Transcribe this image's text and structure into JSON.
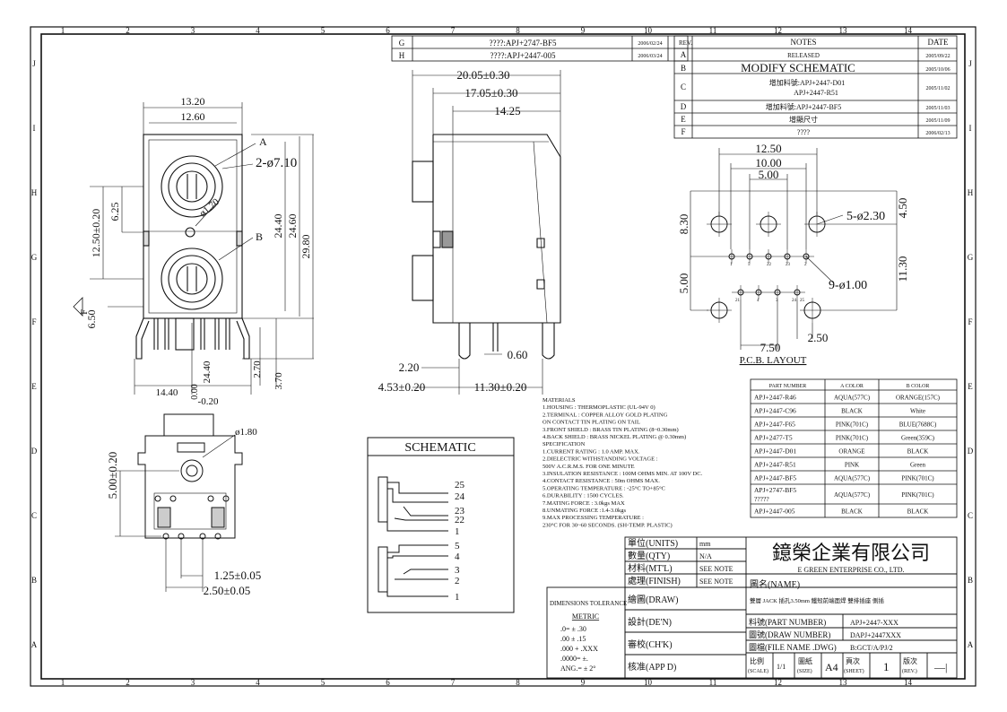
{
  "frame": {
    "columns": [
      "1",
      "2",
      "3",
      "4",
      "5",
      "6",
      "7",
      "8",
      "9",
      "10",
      "11",
      "12",
      "13",
      "14"
    ],
    "rows": [
      "J",
      "I",
      "H",
      "G",
      "F",
      "E",
      "D",
      "C",
      "B",
      "A"
    ]
  },
  "revisions": [
    {
      "rev": "G",
      "part": "????:APJ+2747-BF5",
      "date": "2006/02/24"
    },
    {
      "rev": "H",
      "part": "????:APJ+2447-005",
      "date": "2006/03/24"
    }
  ],
  "notes_table": {
    "header": {
      "rev": "REV.",
      "notes": "NOTES",
      "date": "DATE"
    },
    "rows": [
      {
        "rev": "A",
        "notes": "RELEASED",
        "date": "2005/09/22"
      },
      {
        "rev": "B",
        "notes": "MODIFY  SCHEMATIC",
        "date": "2005/10/06"
      },
      {
        "rev": "C",
        "notes": "增加料號:APJ+2447-D01",
        "notes2": "APJ+2447-R51",
        "date": "2005/11/02"
      },
      {
        "rev": "D",
        "notes": "增加料號:APJ+2447-BF5",
        "date": "2005/11/03"
      },
      {
        "rev": "E",
        "notes": "增顯尺寸",
        "date": "2005/11/09"
      },
      {
        "rev": "F",
        "notes": "????",
        "date": "2006/02/13"
      }
    ]
  },
  "front_view": {
    "dims": {
      "w1": "13.20",
      "w2": "12.60",
      "a": "A",
      "b": "B",
      "hole": "2-ø7.10",
      "small": "ø1.70",
      "h625": "6.25",
      "h1250": "12.50±0.20",
      "h2440": "24.40",
      "h2460": "24.60",
      "h2980": "29.80",
      "h650": "6.50",
      "f": "F",
      "bw": "14.40",
      "zero1": "0.00",
      "neg": "-0.20",
      "b2440": "24.40",
      "b270": "2.70",
      "b370": "3.70"
    }
  },
  "side_view": {
    "dims": {
      "d1": "20.05±0.30",
      "d2": "17.05±0.30",
      "d3": "14.25",
      "d4": "2.20",
      "d5": "0.60",
      "d6": "4.53±0.20",
      "d7": "11.30±0.20"
    }
  },
  "pcb": {
    "dims": {
      "p1250": "12.50",
      "p1000": "10.00",
      "p500": "5.00",
      "p830": "8.30",
      "p450": "4.50",
      "h1": "5-ø2.30",
      "p500b": "5.00",
      "p1130": "11.30",
      "h2": "9-ø1.00",
      "p750": "7.50",
      "p250": "2.50"
    },
    "caption": "P.C.B. LAYOUT",
    "pins_top": [
      "1",
      "5",
      "22",
      "23",
      "2"
    ],
    "pins_bottom": [
      "21",
      "4",
      "3",
      "24",
      "25"
    ]
  },
  "bottom_view": {
    "dims": {
      "hole": "ø1.80",
      "h": "5.00±0.20",
      "p1": "1.25±0.05",
      "p2": "2.50±0.05"
    }
  },
  "colors_table": {
    "header": [
      "PART NUMBER",
      "A COLOR",
      "B COLOR"
    ],
    "rows": [
      [
        "APJ+2447-R46",
        "AQUA(577C)",
        "ORANGE(157C)"
      ],
      [
        "APJ+2447-C96",
        "BLACK",
        "White"
      ],
      [
        "APJ+2447-F65",
        "PINK(701C)",
        "BLUE(7688C)"
      ],
      [
        "APJ+2477-T5",
        "PINK(701C)",
        "Green(359C)"
      ],
      [
        "APJ+2447-D01",
        "ORANGE",
        "BLACK"
      ],
      [
        "APJ+2447-R51",
        "PINK",
        "Green"
      ],
      [
        "APJ+2447-BF5",
        "AQUA(577C)",
        "PINK(701C)"
      ],
      [
        "APJ+2747-BF5\n?????",
        "AQUA(577C)",
        "PINK(701C)"
      ],
      [
        "APJ+2447-005",
        "BLACK",
        "BLACK"
      ]
    ]
  },
  "materials": [
    "MATERIALS",
    "1.HOUSING : THERMOPLASTIC (UL-94V 0)",
    "2.TERMINAL : COPPER ALLOY GOLD PLATING",
    "   ON CONTACT TIN PLATING ON TAIL",
    "3.FRONT SHIELD : BRASS TIN PLATING (8~0.30mm)",
    "4.BACK SHIELD : BRASS NICKEL PLATING @ 0.30mm)",
    "SPECIFICATION",
    "1.CURRENT RATING : 1.0 AMP. MAX.",
    "2.DIELECTRIC WITHSTANDING VOLTAGE :",
    "  500V A.C.R.M.S. FOR ONE MINUTE",
    "3.INSULATION RESISTANCE : 100M OHMS MIN. AT 100V DC.",
    "4.CONTACT RESISTANCE : 50m OHMS MAX.",
    "5.OPERATING TEMPERATURE : -25°C TO+85°C",
    "6.DURABILITY : 1500 CYCLES.",
    "7.MATING FORCE : 3.0kgs MAX",
    "8.UNMATING FORCE :1.4-3.0kgs",
    "9.MAX PROCESSING TEMPERATURE :",
    "  230°C FOR 30~60 SECONDS. (SH-TEMP. PLASTIC)"
  ],
  "schematic": {
    "title": "SCHEMATIC",
    "pins": [
      "25",
      "24",
      "23",
      "22",
      "1",
      "5",
      "4",
      "3",
      "2",
      "1"
    ]
  },
  "title_block": {
    "unit_label": "單位(UNITS)",
    "unit_val": "mm",
    "qty_label": "數量(QTY)",
    "qty_val": "N/A",
    "mtl_label": "材料(MT'L)",
    "mtl_val": "SEE NOTE",
    "finish_label": "處理(FINISH)",
    "finish_val": "SEE NOTE",
    "draw_label": "繪圖(DRAW)",
    "den_label": "設計(DE'N)",
    "chk_label": "審校(CH'K)",
    "app_label": "核准(APP D)",
    "company_cn": "鐿榮企業有限公司",
    "company_en": "E GREEN ENTERPRISE CO., LTD.",
    "name_label": "圖名(NAME)",
    "name_val": "雙層 JACK 插孔3.50mm  鐵殼前端面焊  雙排插座  側插",
    "partno_label": "料號(PART NUMBER)",
    "partno_val": "APJ+2447-XXX",
    "drawno_label": "圖號(DRAW NUMBER)",
    "drawno_val": "DAPJ+2447XXX",
    "file_label": "圖檔(FILE NAME .DWG)",
    "file_val": "B:GCT/A/PJ/2",
    "scale_label": "比例",
    "scale_sub": "(SCALE)",
    "scale_val": "1/1",
    "size_label": "圖紙",
    "size_sub": "(SIZE)",
    "size_val": "A4",
    "sheet_label": "頁次",
    "sheet_sub": "(SHEET)",
    "sheet_val": "1",
    "rev_label": "版次",
    "rev_sub": "(REV.)",
    "rev_val": "—|",
    "tol_title": "DIMENSIONS TOLERANCE",
    "tol_metric": "METRIC",
    "tol_lines": [
      ".0=  ± .30",
      ".00  ± .15",
      ".000  + .XXX",
      ".0000= ±.",
      "ANG.= ± 2°"
    ]
  }
}
